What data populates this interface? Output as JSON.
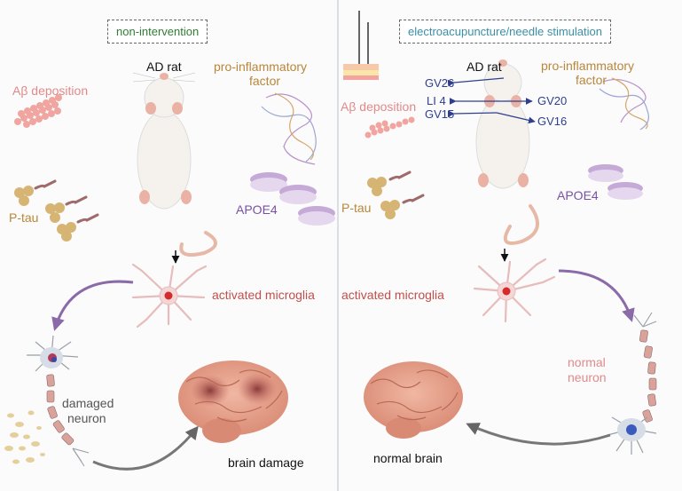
{
  "left_panel": {
    "title": "non-intervention",
    "rat_label": "AD rat",
    "abeta_label": "Aβ deposition",
    "ptau_label": "P-tau",
    "inflammatory_label_line1": "pro-inflammatory",
    "inflammatory_label_line2": "factor",
    "apoe4_label": "APOE4",
    "microglia_label": "activated microglia",
    "neuron_label_line1": "damaged",
    "neuron_label_line2": "neuron",
    "brain_label": "brain damage"
  },
  "right_panel": {
    "title": "electroacupuncture/needle stimulation",
    "rat_label": "AD rat",
    "abeta_label": "Aβ deposition",
    "ptau_label": "P-tau",
    "inflammatory_label_line1": "pro-inflammatory",
    "inflammatory_label_line2": "factor",
    "apoe4_label": "APOE4",
    "microglia_label": "activated microglia",
    "neuron_label_line1": "normal",
    "neuron_label_line2": "neuron",
    "brain_label": "normal brain",
    "acupoints": {
      "gv26": "GV26",
      "li4": "LI 4",
      "gv15": "GV15",
      "gv20": "GV20",
      "gv16": "GV16"
    }
  },
  "colors": {
    "pink_label": "#e08a8a",
    "gold_label": "#b8873a",
    "purple_label": "#7a4fa6",
    "microglia_label": "#c0504d",
    "acupoint_blue": "#2e3f8f",
    "box_green_text": "#2e7d32",
    "box_teal_text": "#3a8fa8"
  }
}
